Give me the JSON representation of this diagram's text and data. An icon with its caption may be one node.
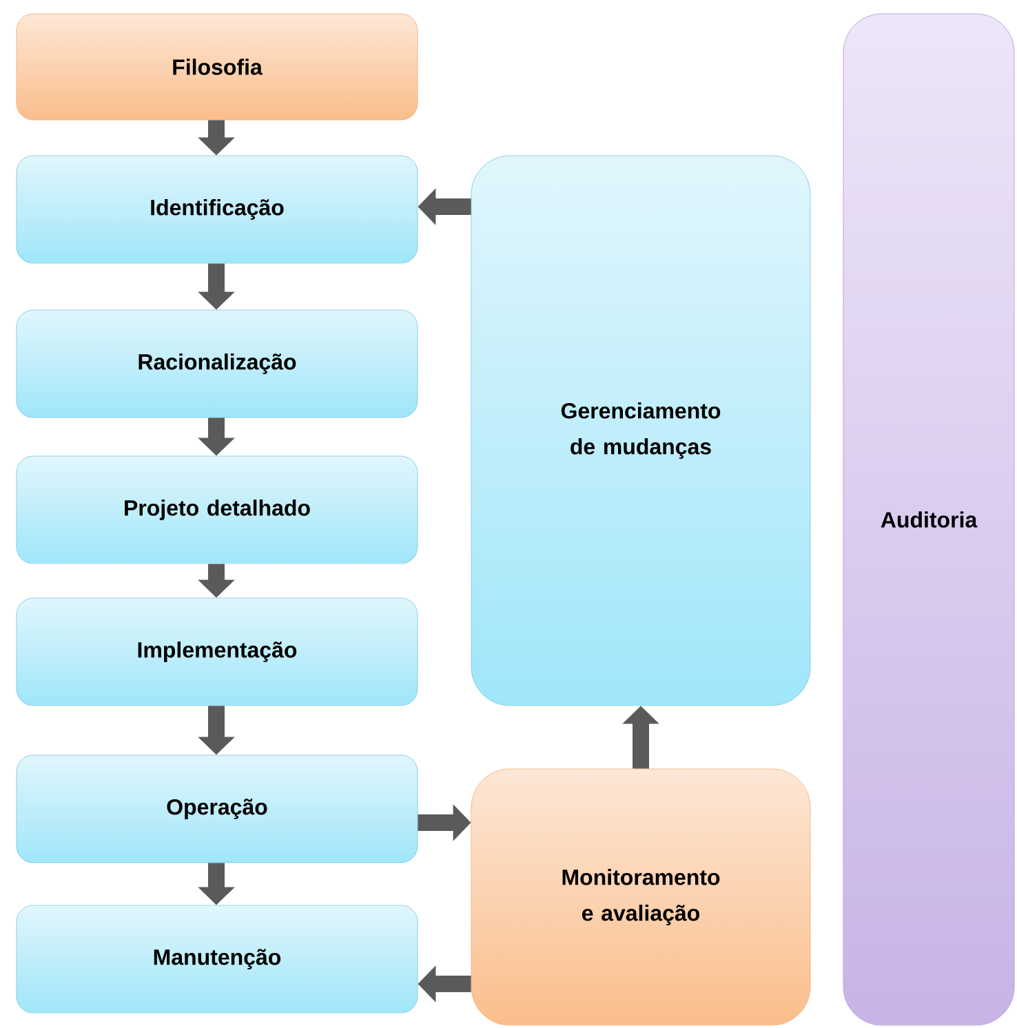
{
  "diagram": {
    "nodes": [
      {
        "text": [
          "Filosofia"
        ]
      },
      {
        "text": [
          "Identificação"
        ]
      },
      {
        "text": [
          "Racionalização"
        ]
      },
      {
        "text": [
          "Projeto detalhado"
        ]
      },
      {
        "text": [
          "Implementação"
        ]
      },
      {
        "text": [
          "Operação"
        ]
      },
      {
        "text": [
          "Manutenção"
        ]
      },
      {
        "text": [
          "Gerenciamento de mudanças"
        ]
      },
      {
        "text": [
          "Monitoramento e avaliação"
        ]
      },
      {
        "text": [
          "Auditoria"
        ]
      }
    ],
    "edges": [
      {
        "from": 0,
        "to": 1,
        "arrow": "to"
      },
      {
        "from": 1,
        "to": 2,
        "arrow": "to"
      },
      {
        "from": 2,
        "to": 3,
        "arrow": "to"
      },
      {
        "from": 3,
        "to": 4,
        "arrow": "to"
      },
      {
        "from": 4,
        "to": 5,
        "arrow": "to"
      },
      {
        "from": 5,
        "to": 6,
        "arrow": "to"
      },
      {
        "from": 7,
        "to": 1,
        "arrow": "to"
      },
      {
        "from": 5,
        "to": 8,
        "arrow": "to"
      },
      {
        "from": 8,
        "to": 6,
        "arrow": "to"
      },
      {
        "from": 8,
        "to": 7,
        "arrow": "to"
      }
    ]
  }
}
